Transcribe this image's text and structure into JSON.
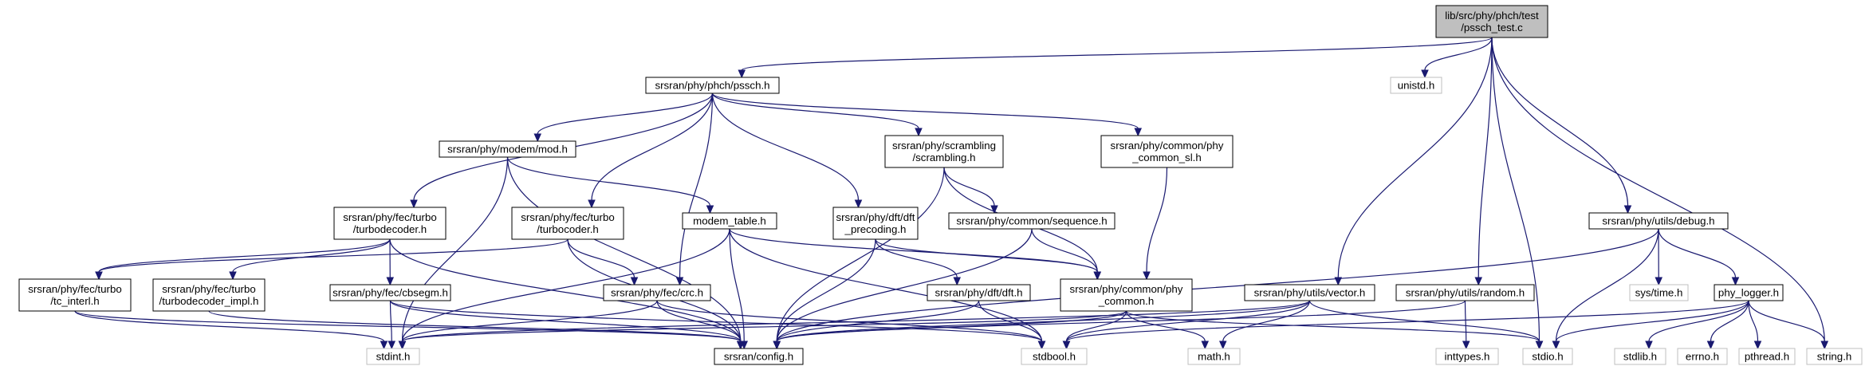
{
  "colors": {
    "edge": "#191970",
    "root_fill": "#bfbfbf",
    "node_fill": "#ffffff",
    "missing_border": "#bfbfbf"
  },
  "nodes": [
    {
      "id": "root",
      "lines": [
        "lib/src/phy/phch/test",
        "/pssch_test.c"
      ],
      "root": true
    },
    {
      "id": "pssch",
      "lines": [
        "srsran/phy/phch/pssch.h"
      ]
    },
    {
      "id": "unistd",
      "lines": [
        "unistd.h"
      ],
      "missing": true
    },
    {
      "id": "mod",
      "lines": [
        "srsran/phy/modem/mod.h"
      ]
    },
    {
      "id": "scrambling",
      "lines": [
        "srsran/phy/scrambling",
        "/scrambling.h"
      ]
    },
    {
      "id": "common_sl",
      "lines": [
        "srsran/phy/common/phy",
        "_common_sl.h"
      ]
    },
    {
      "id": "turbodecoder",
      "lines": [
        "srsran/phy/fec/turbo",
        "/turbodecoder.h"
      ]
    },
    {
      "id": "turbocoder",
      "lines": [
        "srsran/phy/fec/turbo",
        "/turbocoder.h"
      ]
    },
    {
      "id": "modem_table",
      "lines": [
        "modem_table.h"
      ]
    },
    {
      "id": "dft_precoding",
      "lines": [
        "srsran/phy/dft/dft",
        "_precoding.h"
      ]
    },
    {
      "id": "sequence",
      "lines": [
        "srsran/phy/common/sequence.h"
      ]
    },
    {
      "id": "debug",
      "lines": [
        "srsran/phy/utils/debug.h"
      ]
    },
    {
      "id": "tc_interl",
      "lines": [
        "srsran/phy/fec/turbo",
        "/tc_interl.h"
      ]
    },
    {
      "id": "turbodecoder_impl",
      "lines": [
        "srsran/phy/fec/turbo",
        "/turbodecoder_impl.h"
      ]
    },
    {
      "id": "cbsegm",
      "lines": [
        "srsran/phy/fec/cbsegm.h"
      ]
    },
    {
      "id": "crc",
      "lines": [
        "srsran/phy/fec/crc.h"
      ]
    },
    {
      "id": "dft",
      "lines": [
        "srsran/phy/dft/dft.h"
      ]
    },
    {
      "id": "phy_common",
      "lines": [
        "srsran/phy/common/phy",
        "_common.h"
      ]
    },
    {
      "id": "vector",
      "lines": [
        "srsran/phy/utils/vector.h"
      ]
    },
    {
      "id": "random",
      "lines": [
        "srsran/phy/utils/random.h"
      ]
    },
    {
      "id": "systime",
      "lines": [
        "sys/time.h"
      ],
      "missing": true
    },
    {
      "id": "phy_logger",
      "lines": [
        "phy_logger.h"
      ]
    },
    {
      "id": "stdint",
      "lines": [
        "stdint.h"
      ],
      "missing": true
    },
    {
      "id": "config",
      "lines": [
        "srsran/config.h"
      ]
    },
    {
      "id": "stdbool",
      "lines": [
        "stdbool.h"
      ],
      "missing": true
    },
    {
      "id": "math",
      "lines": [
        "math.h"
      ],
      "missing": true
    },
    {
      "id": "inttypes",
      "lines": [
        "inttypes.h"
      ],
      "missing": true
    },
    {
      "id": "stdio",
      "lines": [
        "stdio.h"
      ],
      "missing": true
    },
    {
      "id": "stdlib",
      "lines": [
        "stdlib.h"
      ],
      "missing": true
    },
    {
      "id": "errno",
      "lines": [
        "errno.h"
      ],
      "missing": true
    },
    {
      "id": "pthread",
      "lines": [
        "pthread.h"
      ],
      "missing": true
    },
    {
      "id": "string",
      "lines": [
        "string.h"
      ],
      "missing": true
    }
  ],
  "edges": [
    [
      "root",
      "pssch"
    ],
    [
      "root",
      "unistd"
    ],
    [
      "root",
      "vector"
    ],
    [
      "root",
      "random"
    ],
    [
      "root",
      "debug"
    ],
    [
      "root",
      "stdio"
    ],
    [
      "root",
      "string"
    ],
    [
      "pssch",
      "mod"
    ],
    [
      "pssch",
      "scrambling"
    ],
    [
      "pssch",
      "common_sl"
    ],
    [
      "pssch",
      "turbodecoder"
    ],
    [
      "pssch",
      "turbocoder"
    ],
    [
      "pssch",
      "dft_precoding"
    ],
    [
      "pssch",
      "crc"
    ],
    [
      "mod",
      "modem_table"
    ],
    [
      "mod",
      "stdint"
    ],
    [
      "mod",
      "config"
    ],
    [
      "modem_table",
      "stdint"
    ],
    [
      "modem_table",
      "config"
    ],
    [
      "modem_table",
      "stdbool"
    ],
    [
      "modem_table",
      "phy_common"
    ],
    [
      "scrambling",
      "sequence"
    ],
    [
      "scrambling",
      "phy_common"
    ],
    [
      "scrambling",
      "config"
    ],
    [
      "common_sl",
      "phy_common"
    ],
    [
      "turbodecoder",
      "tc_interl"
    ],
    [
      "turbodecoder",
      "turbodecoder_impl"
    ],
    [
      "turbodecoder",
      "cbsegm"
    ],
    [
      "turbodecoder",
      "config"
    ],
    [
      "turbocoder",
      "tc_interl"
    ],
    [
      "turbocoder",
      "crc"
    ],
    [
      "turbocoder",
      "config"
    ],
    [
      "dft_precoding",
      "dft"
    ],
    [
      "dft_precoding",
      "phy_common"
    ],
    [
      "dft_precoding",
      "config"
    ],
    [
      "sequence",
      "phy_common"
    ],
    [
      "sequence",
      "config"
    ],
    [
      "tc_interl",
      "stdint"
    ],
    [
      "tc_interl",
      "config"
    ],
    [
      "turbodecoder_impl",
      "config"
    ],
    [
      "cbsegm",
      "stdint"
    ],
    [
      "cbsegm",
      "config"
    ],
    [
      "cbsegm",
      "stdbool"
    ],
    [
      "crc",
      "stdint"
    ],
    [
      "crc",
      "config"
    ],
    [
      "crc",
      "stdbool"
    ],
    [
      "dft",
      "config"
    ],
    [
      "dft",
      "stdbool"
    ],
    [
      "phy_common",
      "config"
    ],
    [
      "phy_common",
      "stdint"
    ],
    [
      "phy_common",
      "stdbool"
    ],
    [
      "phy_common",
      "math"
    ],
    [
      "phy_common",
      "stdio"
    ],
    [
      "vector",
      "config"
    ],
    [
      "vector",
      "stdint"
    ],
    [
      "vector",
      "stdbool"
    ],
    [
      "vector",
      "math"
    ],
    [
      "vector",
      "stdio"
    ],
    [
      "random",
      "config"
    ],
    [
      "random",
      "inttypes"
    ],
    [
      "debug",
      "stdio"
    ],
    [
      "debug",
      "systime"
    ],
    [
      "debug",
      "phy_logger"
    ],
    [
      "debug",
      "config"
    ],
    [
      "phy_logger",
      "stdio"
    ],
    [
      "phy_logger",
      "stdlib"
    ],
    [
      "phy_logger",
      "errno"
    ],
    [
      "phy_logger",
      "pthread"
    ],
    [
      "phy_logger",
      "string"
    ],
    [
      "phy_logger",
      "stdbool"
    ]
  ]
}
